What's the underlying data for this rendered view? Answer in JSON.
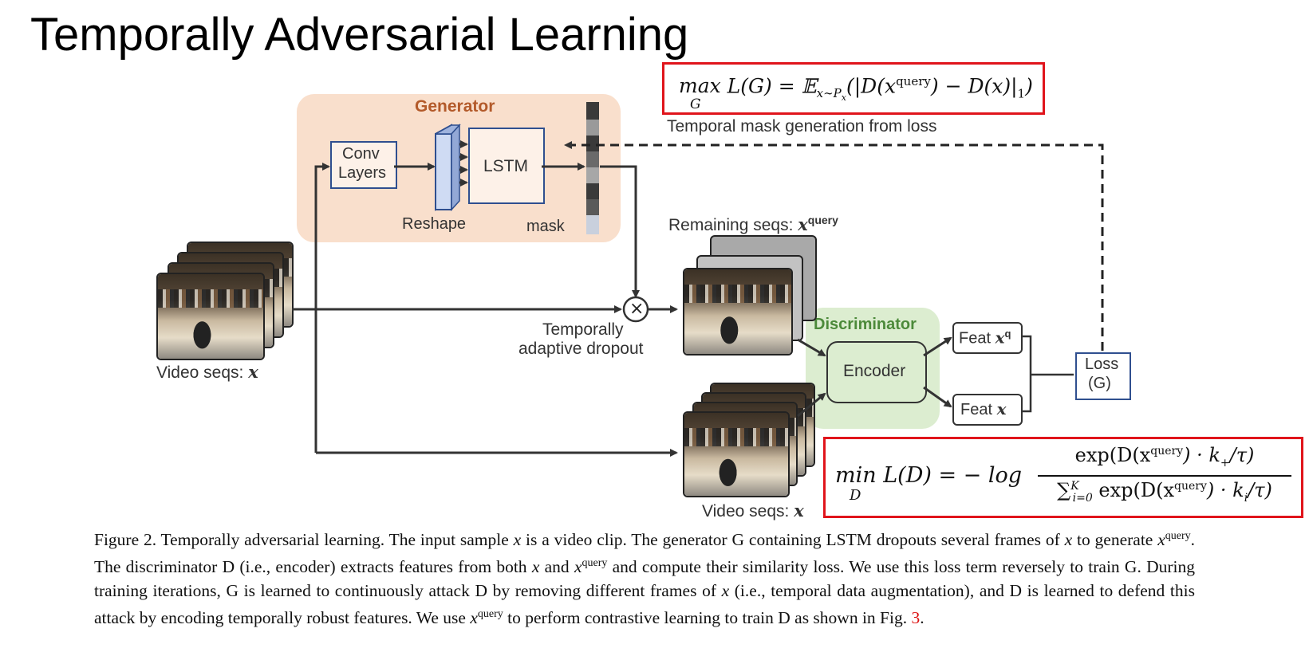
{
  "slide_title": "Temporally Adversarial Learning",
  "eq_top": {
    "lhs": "max",
    "under": "G",
    "body": "L(G) = 𝔼",
    "sub": "x∼P",
    "subsub": "x",
    "rest1": "(|D(x",
    "sup": "query",
    "rest2": ") − D(x)|",
    "tail_sub": "1",
    "close": ")"
  },
  "mask_from_loss_label": "Temporal mask generation from loss",
  "generator": {
    "title": "Generator",
    "conv_label_1": "Conv",
    "conv_label_2": "Layers",
    "reshape_label": "Reshape",
    "lstm_label": "LSTM",
    "mask_label": "mask"
  },
  "input_label": "Video seqs: ",
  "input_var": "x",
  "dropout_label_1": "Temporally",
  "dropout_label_2": "adaptive dropout",
  "multiply_symbol": "×",
  "remaining_label": "Remaining seqs: ",
  "remaining_var": "x",
  "remaining_sup": "query",
  "bottom_video_label": "Video seqs: ",
  "bottom_video_var": "x",
  "discriminator": {
    "title": "Discriminator",
    "encoder_label": "Encoder"
  },
  "feat_q": "Feat ",
  "feat_q_var": "x",
  "feat_q_sup": "q",
  "feat_x": "Feat ",
  "feat_x_var": "x",
  "loss_label_1": "Loss",
  "loss_label_2": "(G)",
  "eq_bottom": {
    "lhs": "min",
    "under": "D",
    "body": "L(D) = − log",
    "num_a": "exp(D(x",
    "num_sup": "query",
    "num_b": ") · k",
    "num_sub": "+",
    "num_c": "/τ)",
    "den_sum": "∑",
    "den_sum_sup": "K",
    "den_sum_sub": "i=0",
    "den_a": " exp(D(x",
    "den_sup": "query",
    "den_b": ") · k",
    "den_sub": "i",
    "den_c": "/τ)"
  },
  "caption": {
    "p1": "Figure 2. Temporally adversarial learning. The input sample ",
    "x1": "x",
    "p2": " is a video clip. The generator G containing LSTM dropouts several frames of ",
    "x2": "x",
    "p3": " to generate ",
    "xq1": "x",
    "sup1": "query",
    "p4": ". The discriminator D (i.e., encoder) extracts features from both ",
    "x3": "x",
    "p5": " and ",
    "xq2": "x",
    "sup2": "query",
    "p6": " and compute their similarity loss. We use this loss term reversely to train G. During training iterations, G is learned to continuously attack D by removing different frames of ",
    "x4": "x",
    "p7": " (i.e., temporal data augmentation), and D is learned to defend this attack by encoding temporally robust features. We use ",
    "xq3": "x",
    "sup3": "query",
    "p8": " to perform contrastive learning to train D as shown in Fig. ",
    "fig_ref": "3",
    "p9": "."
  },
  "colors": {
    "generator_bg": "#f9dfcc",
    "generator_title": "#b35a2a",
    "discriminator_bg": "#dcedd0",
    "discriminator_title": "#4c8a3a",
    "box_border": "#2f4f8f",
    "eq_border": "#e0141b",
    "caption_ref": "#dd1111"
  }
}
